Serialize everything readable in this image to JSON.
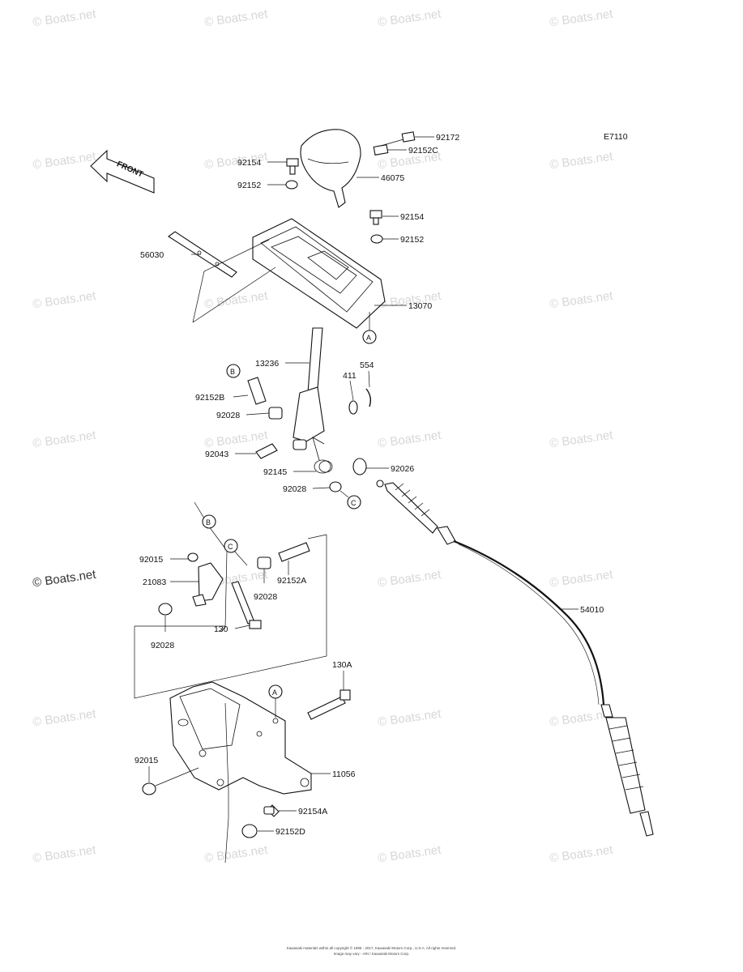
{
  "diagram_code": "E7110",
  "front_label": "FRONT",
  "watermark": "© Boats.net",
  "footer_line1": "Kawasaki materials within all copyright © 1995 - 2017, Kawasaki Motors Corp., U.S.A. All rights reserved.",
  "footer_line2": "Image may vary - ARI / Kawasaki Motors Corp.",
  "parts": {
    "p92172": "92172",
    "p92152C": "92152C",
    "p46075": "46075",
    "p92154_top": "92154",
    "p92152_top": "92152",
    "p92154_right": "92154",
    "p92152_right": "92152",
    "p56030": "56030",
    "p13070": "13070",
    "p13236": "13236",
    "p411": "411",
    "p554": "554",
    "p92152B": "92152B",
    "p92028_a": "92028",
    "p92043": "92043",
    "p92145": "92145",
    "p92026": "92026",
    "p92028_b": "92028",
    "p92015_a": "92015",
    "p21083": "21083",
    "p92028_c": "92028",
    "p92152A": "92152A",
    "p130": "130",
    "p92028_d": "92028",
    "p54010": "54010",
    "p130A": "130A",
    "p92015_b": "92015",
    "p11056": "11056",
    "p92154A": "92154A",
    "p92152D": "92152D"
  },
  "refs": {
    "A": "A",
    "B": "B",
    "C": "C"
  }
}
